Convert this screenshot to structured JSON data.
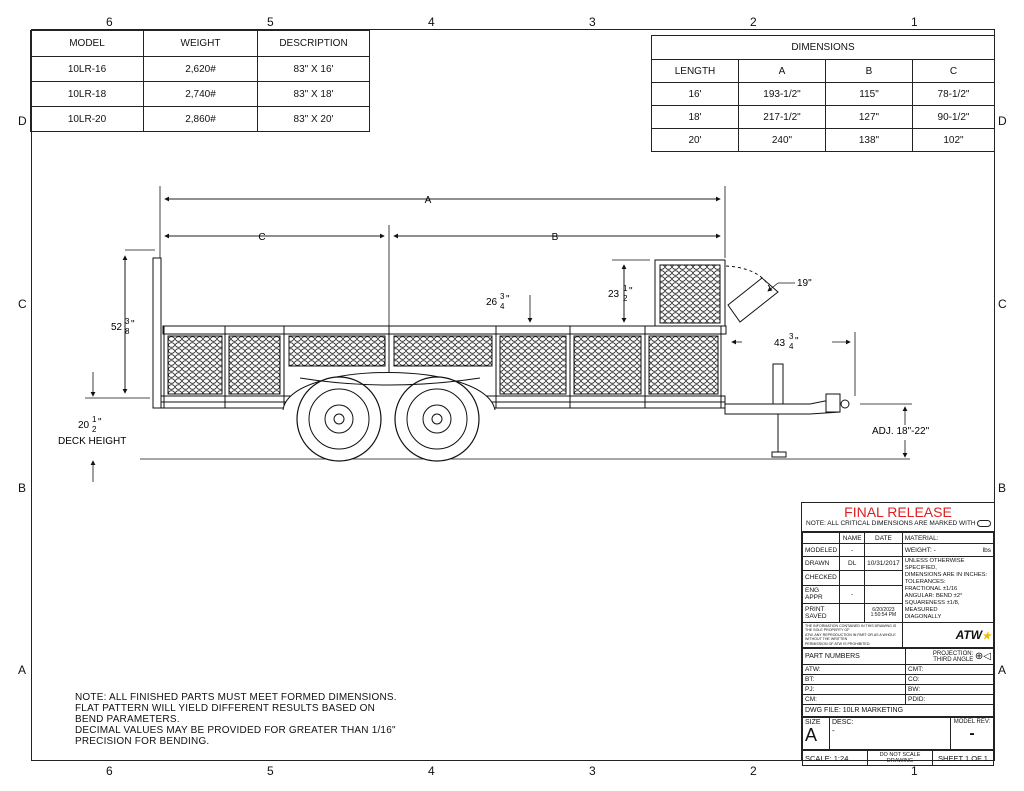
{
  "border": {
    "columns_top": [
      "6",
      "5",
      "4",
      "3",
      "2",
      "1"
    ],
    "columns_bottom": [
      "6",
      "5",
      "4",
      "3",
      "2",
      "1"
    ],
    "rows_left": [
      "D",
      "C",
      "B",
      "A"
    ],
    "rows_right": [
      "D",
      "C",
      "B",
      "A"
    ]
  },
  "model_table": {
    "headers": [
      "MODEL",
      "WEIGHT",
      "DESCRIPTION"
    ],
    "rows": [
      [
        "10LR-16",
        "2,620#",
        "83\" X 16'"
      ],
      [
        "10LR-18",
        "2,740#",
        "83\" X 18'"
      ],
      [
        "10LR-20",
        "2,860#",
        "83\" X 20'"
      ]
    ]
  },
  "dim_table": {
    "title": "DIMENSIONS",
    "headers": [
      "LENGTH",
      "A",
      "B",
      "C"
    ],
    "rows": [
      [
        "16'",
        "193-1/2\"",
        "115\"",
        "78-1/2\""
      ],
      [
        "18'",
        "217-1/2\"",
        "127\"",
        "90-1/2\""
      ],
      [
        "20'",
        "240\"",
        "138\"",
        "102\""
      ]
    ]
  },
  "drawing": {
    "dim_a": "A",
    "dim_b": "B",
    "dim_c": "C",
    "d_19": "19\"",
    "d_43": "43",
    "d_43_frac_n": "3",
    "d_43_frac_d": "4",
    "d_43_unit": "\"",
    "d_23": "23",
    "d_23_frac_n": "1",
    "d_23_frac_d": "2",
    "d_23_unit": "\"",
    "d_26": "26",
    "d_26_frac_n": "3",
    "d_26_frac_d": "4",
    "d_26_unit": "\"",
    "d_52": "52",
    "d_52_frac_n": "3",
    "d_52_frac_d": "8",
    "d_52_unit": "\"",
    "d_20": "20",
    "d_20_frac_n": "1",
    "d_20_frac_d": "2",
    "d_20_unit": "\"",
    "deck_height": "DECK HEIGHT",
    "adj": "ADJ. 18\"-22\""
  },
  "notes": [
    "NOTE: ALL FINISHED PARTS MUST MEET FORMED DIMENSIONS.",
    "FLAT PATTERN WILL YIELD DIFFERENT RESULTS BASED ON",
    "BEND PARAMETERS.",
    "DECIMAL VALUES MAY BE PROVIDED FOR GREATER THAN 1/16\"",
    "PRECISION FOR BENDING."
  ],
  "title_block": {
    "final_release": "FINAL RELEASE",
    "critical_note": "NOTE: ALL CRITICAL DIMENSIONS ARE MARKED WITH",
    "col_name": "NAME",
    "col_date": "DATE",
    "material_label": "MATERIAL:",
    "modeled": "MODELED",
    "modeled_name": "-",
    "drawn": "DRAWN",
    "drawn_name": "DL",
    "drawn_date": "10/31/2017",
    "checked": "CHECKED",
    "eng_appr": "ENG APPR",
    "eng_name": "-",
    "print_saved": "PRINT SAVED",
    "print_date": "6/20/2023",
    "print_time": "1:50:54 PM",
    "weight_label": "WEIGHT: -",
    "weight_unit": "lbs",
    "spec1": "UNLESS OTHERWISE SPECIFIED,",
    "spec2": "DIMENSIONS ARE IN INCHES:",
    "spec3": "TOLERANCES:",
    "spec4": "FRACTIONAL ±1/16",
    "spec5": "ANGULAR: BEND ±2°",
    "spec6": "SQUARENESS ±1/8, MEASURED",
    "spec7": "DIAGONALLY",
    "prop1": "THE INFORMATION CONTAINED IN THIS DRAWING IS THE SOLE PROPERTY OF",
    "prop2": "ATW. ANY REPRODUCTION IN PART OR AS A WHOLE WITHOUT THE WRITTEN",
    "prop3": "PERMISSION OF ATW IS PROHIBITED.",
    "logo": "ATW",
    "part_numbers": "PART NUMBERS",
    "projection1": "PROJECTION:",
    "projection2": "THIRD ANGLE",
    "atw": "ATW:",
    "cmt": "CMT:",
    "bt": "BT:",
    "co": "CO:",
    "pj": "PJ:",
    "bw": "BW:",
    "cm": "CM:",
    "pdid": "PDID:",
    "dwg_file": "DWG FILE: 10LR MARKETING",
    "size_label": "SIZE",
    "size_value": "A",
    "desc_label": "DESC:",
    "desc_value": "-",
    "model_rev_label": "MODEL REV:",
    "model_rev_value": "-",
    "scale": "SCALE: 1:24",
    "do_not_scale1": "DO NOT SCALE",
    "do_not_scale2": "DRAWING",
    "sheet": "SHEET 1 OF 1"
  },
  "colors": {
    "final_release": "#e02020",
    "logo_star": "#e8c000",
    "line": "#111111"
  }
}
